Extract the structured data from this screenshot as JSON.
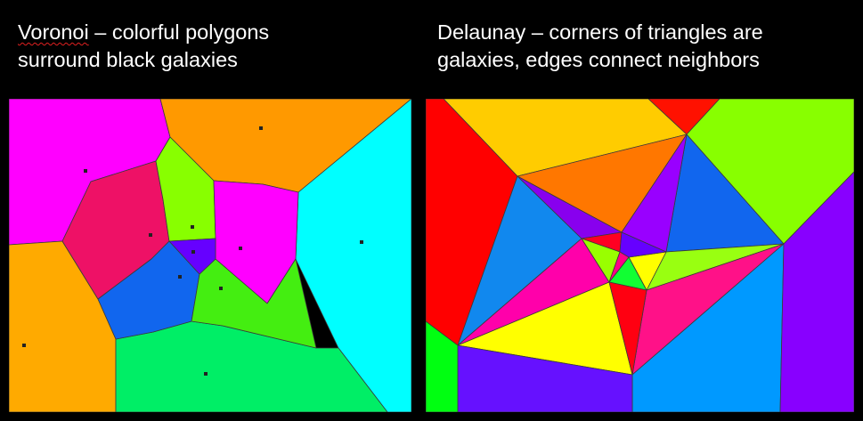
{
  "voronoi": {
    "caption_term": "Voronoi",
    "caption_rest": " – colorful polygons",
    "caption_line2": "surround black galaxies",
    "cells": [
      {
        "name": "upper-left-magenta",
        "color": "#ff00ff"
      },
      {
        "name": "top-orange",
        "color": "#ff9900"
      },
      {
        "name": "right-cyan",
        "color": "#00ffff"
      },
      {
        "name": "left-orange",
        "color": "#ffaa00"
      },
      {
        "name": "bottom-green",
        "color": "#00ee66"
      },
      {
        "name": "red-cell",
        "color": "#ee1166"
      },
      {
        "name": "lime-upper",
        "color": "#88ff00"
      },
      {
        "name": "magenta-center",
        "color": "#ff00ff"
      },
      {
        "name": "blue-lower",
        "color": "#1166ee"
      },
      {
        "name": "green-lower",
        "color": "#44ee11"
      },
      {
        "name": "violet-small",
        "color": "#6600ff"
      }
    ],
    "galaxy_count": 11
  },
  "delaunay": {
    "caption_line1": "Delaunay – corners of triangles are",
    "caption_line2": "galaxies, edges connect neighbors",
    "triangles": [
      {
        "name": "top-gold",
        "color": "#ffcc00"
      },
      {
        "name": "top-red-small",
        "color": "#ff1100"
      },
      {
        "name": "left-red",
        "color": "#ff0000"
      },
      {
        "name": "top-right-lime",
        "color": "#88ff00"
      },
      {
        "name": "orange-center",
        "color": "#ff7700"
      },
      {
        "name": "blue-upper-right",
        "color": "#1166ee"
      },
      {
        "name": "violet-upper",
        "color": "#9900ff"
      },
      {
        "name": "blue-left",
        "color": "#1188ee"
      },
      {
        "name": "violet-thin",
        "color": "#8800ee"
      },
      {
        "name": "magenta-lower-left",
        "color": "#ff00aa"
      },
      {
        "name": "yellow-bottom",
        "color": "#ffff00"
      },
      {
        "name": "lime-right",
        "color": "#99ff11"
      },
      {
        "name": "magenta-right",
        "color": "#ff1188"
      },
      {
        "name": "blue-right",
        "color": "#0099ff"
      },
      {
        "name": "purple-right",
        "color": "#8800ff"
      },
      {
        "name": "blue-bottom",
        "color": "#6611ff"
      },
      {
        "name": "green-bottom-left",
        "color": "#00ff11"
      },
      {
        "name": "center-red",
        "color": "#ff0022"
      },
      {
        "name": "center-yellow",
        "color": "#ffff00"
      },
      {
        "name": "center-lime",
        "color": "#99ff00"
      },
      {
        "name": "center-green",
        "color": "#11ff33"
      },
      {
        "name": "center-violet",
        "color": "#6600ff"
      },
      {
        "name": "center-magenta",
        "color": "#ff0088"
      },
      {
        "name": "center-red-lower",
        "color": "#ff0011"
      }
    ]
  }
}
